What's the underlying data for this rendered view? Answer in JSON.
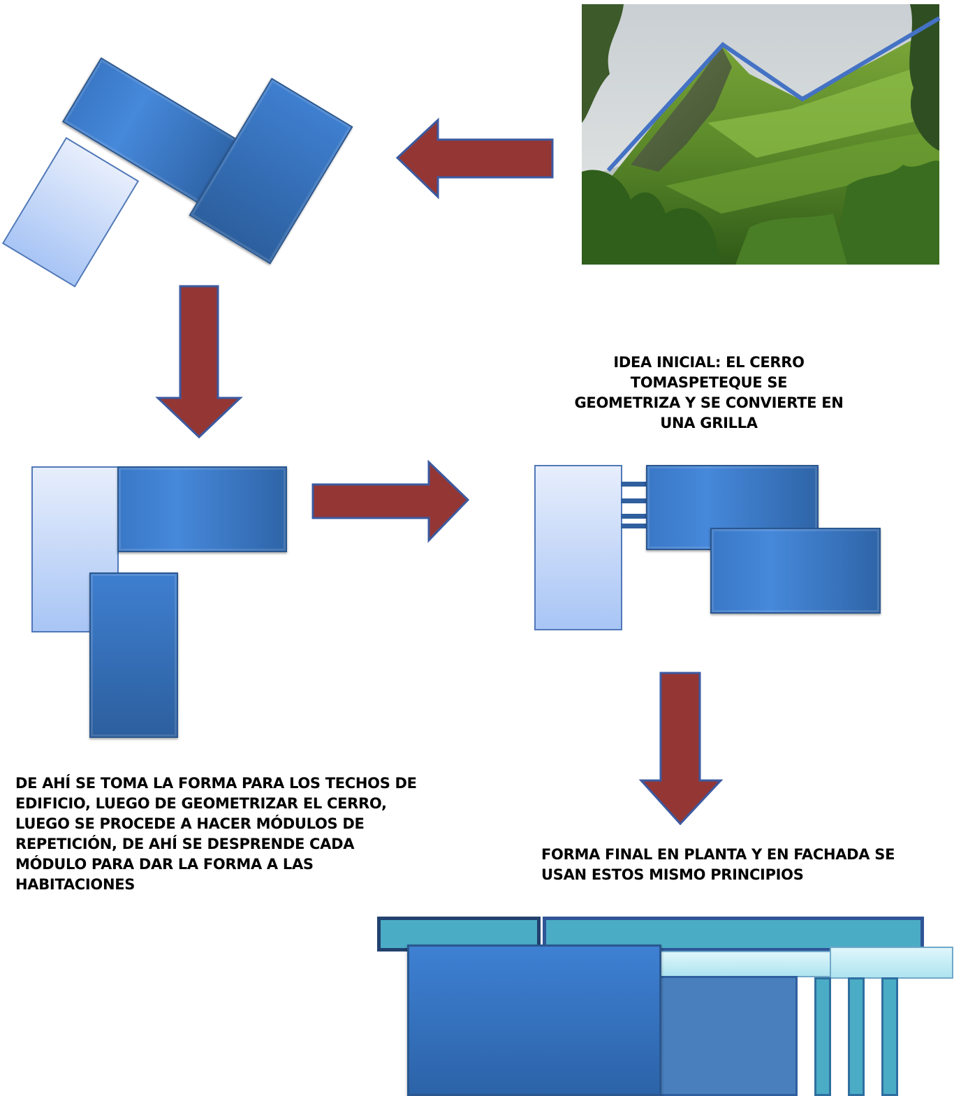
{
  "captions": {
    "idea": "IDEA INICIAL: EL CERRO\nTOMASPETEQUE SE\nGEOMETRIZA Y SE CONVIERTE EN\nUNA GRILLA",
    "process": "DE AHÍ SE TOMA LA FORMA PARA LOS TECHOS DE\nEDIFICIO, LUEGO DE GEOMETRIZAR EL CERRO,\nLUEGO SE PROCEDE A HACER MÓDULOS DE\nREPETICIÓN, DE AHÍ SE DESPRENDE CADA\nMÓDULO PARA DAR LA FORMA A LAS\nHABITACIONES",
    "final": "FORMA FINAL EN PLANTA Y EN FACHADA SE\nUSAN ESTOS MISMO PRINCIPIOS"
  },
  "colors": {
    "arrow_fill": "#943634",
    "arrow_stroke": "#3b5aa0",
    "block_dark": "#3a78c7",
    "block_light": "#c9daf8",
    "facade_teal": "#4bacc6",
    "facade_light": "#c6eff7",
    "trace_line": "#4472c4"
  },
  "icons": {
    "photo": "mountain-photo",
    "arrows": [
      "arrow-left",
      "arrow-down",
      "arrow-right",
      "arrow-down"
    ]
  }
}
